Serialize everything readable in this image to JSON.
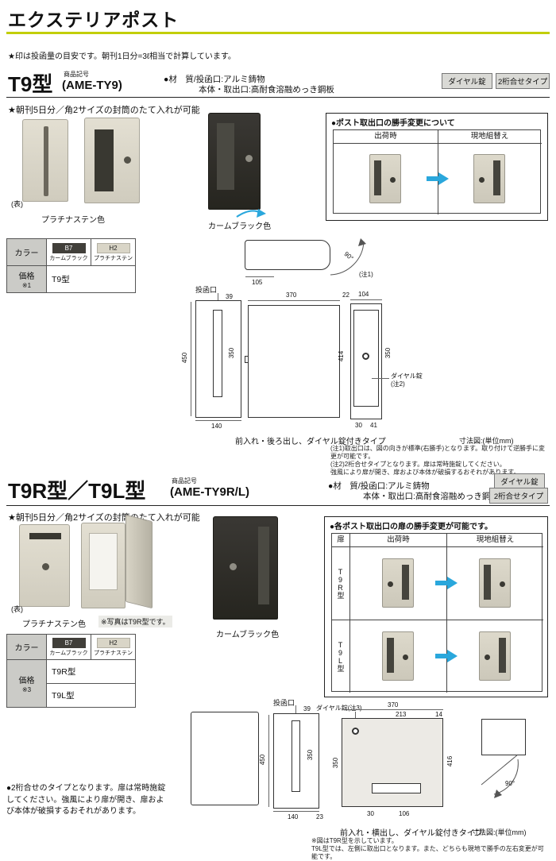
{
  "page": {
    "title": "エクステリアポスト",
    "top_note": "★印は投函量の目安です。朝刊1日分=3ℓ相当で計算しています。"
  },
  "common": {
    "code_label": "商品記号",
    "material_line1": "●材　質/投函口:アルミ鋳物",
    "material_line2": "本体・取出口:高耐食溶融めっき鋼板",
    "tag_lock": "ダイヤル錠",
    "tag_type": "2桁合せタイプ",
    "star_note": "★朝刊5日分／角2サイズの封筒のたて入れが可能",
    "front_label": "(表)",
    "platinum": "プラチナステン色",
    "black": "カームブラック色",
    "color_header": "カラー",
    "price_label": "価格",
    "swatch_b7_code": "B7",
    "swatch_b7_name": "カームブラック",
    "swatch_h2_code": "H2",
    "swatch_h2_name": "プラチナステン",
    "unit_note": "寸法図:(単位mm)",
    "slot_label": "投函口"
  },
  "t9": {
    "title": "T9型",
    "code": "(AME-TY9)",
    "handing_title": "●ポスト取出口の勝手変更について",
    "col_shipping": "出荷時",
    "col_onsite": "現地組替え",
    "price_ref": "※1",
    "model": "T9型",
    "diagram": {
      "plan_d": "105",
      "plan_angle": "90°",
      "plan_note": "(注1)",
      "slot_w": "39",
      "body_h": "450",
      "slot_h": "350",
      "body_w": "140",
      "top_w": "370",
      "top_d": "22",
      "side_w": "104",
      "side_h": "414",
      "door_h": "350",
      "base_a": "30",
      "base_b": "41",
      "dial": "ダイヤル錠",
      "dial_note": "(注2)",
      "caption": "前入れ・後ろ出し、ダイヤル錠付きタイプ"
    },
    "notes": [
      "(注1)取出口は、図の向きが標準(右勝手)となります。取り付けて逆勝手に変更が可能です。",
      "(注2)2桁合せタイプとなります。扉は常時施錠してください。",
      "強風により扉が開き、扉および本体が破損するおそれがあります。"
    ]
  },
  "t9rl": {
    "title": "T9R型／T9L型",
    "code": "(AME-TY9R/L)",
    "handing_title": "●各ポスト取出口の扉の勝手変更が可能です。",
    "door_col": "扉",
    "col_shipping": "出荷時",
    "col_onsite": "現地組替え",
    "row_r": "T9R型",
    "row_l": "T9L型",
    "photo_note": "※写真はT9R型です。",
    "price_ref": "※3",
    "model_r": "T9R型",
    "model_l": "T9L型",
    "lock_note": "●2桁合せのタイプとなります。扉は常時施錠してください。強風により扉が開き、扉および本体が破損するおそれがあります。",
    "diagram": {
      "dial": "ダイヤル錠(注3)",
      "slot_w": "39",
      "body_h": "450",
      "slot_h": "350",
      "body_w": "140",
      "off_w": "23",
      "front_w": "370",
      "front_w2": "213",
      "front_w3": "14",
      "front_hl": "350",
      "front_hr": "416",
      "base_a": "30",
      "base_b": "106",
      "side_angle": "90°",
      "caption": "前入れ・横出し、ダイヤル錠付きタイプ"
    },
    "fig_notes": [
      "※図はT9R型を示しています。",
      "T9L型では、左側に取出口となります。また、どちらも現地で勝手の左右変更が可能です。"
    ]
  }
}
